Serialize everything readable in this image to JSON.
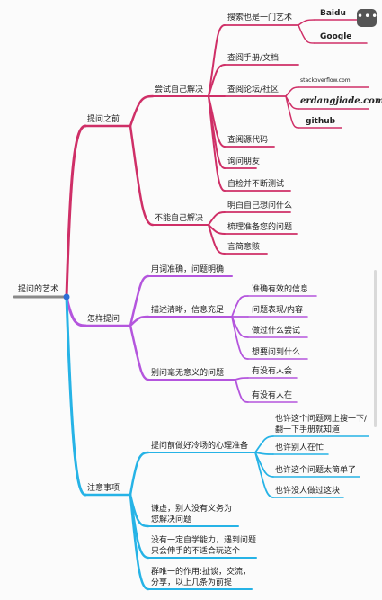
{
  "root": "提问的艺术",
  "branches": {
    "ask_before": {
      "label": "提问之前",
      "try_self": {
        "label": "尝试自己解决",
        "search_art": "搜索也是一门艺术",
        "baidu": "Baidu",
        "google": "Google",
        "manual": "查阅手册/文档",
        "forum": "查阅论坛/社区",
        "stackoverflow": "stackoverflow.com",
        "erdangjiade": "erdangjiade.com",
        "github": "github",
        "source": "查阅源代码",
        "friends": "询问朋友",
        "selfcheck": "自检并不断测试"
      },
      "cannot_self": {
        "label": "不能自己解决",
        "understand": "明白自己想问什么",
        "prepare": "梳理准备您的问题",
        "concise": "言简意赅"
      }
    },
    "how_to_ask": {
      "label": "怎样提问",
      "precise_words": "用词准确，问题明确",
      "clear_info": {
        "label": "描述清晰，信息充足",
        "valid": "准确有效的信息",
        "symptom": "问题表现/内容",
        "tried": "做过什么尝试",
        "want": "想要问到什么"
      },
      "no_meaningless": {
        "label": "别问毫无意义的问题",
        "anyone_know": "有没有人会",
        "anyone_here": "有没有人在"
      }
    },
    "notes": {
      "label": "注意事项",
      "cold_prep": {
        "label": "提问前做好冷场的心理准备",
        "search_baidu": "也许这个问题网上搜一下/翻一下手册就知道",
        "busy": "也许别人在忙",
        "too_simple": "也许这个问题太简单了",
        "nobody_did": "也许没人做过这块"
      },
      "humble": "谦虚，别人没有义务为您解决问题",
      "self_learn": "没有一定自学能力，遇到问题只会伸手的不适合玩这个",
      "group_chat": "群唯一的作用:扯谈，交流，分享，以上几条为前提"
    }
  },
  "ui": {
    "more_icon": "•••",
    "colors": {
      "pink": "#cf2f67",
      "purple": "#b455dd",
      "blue": "#26b3e6",
      "root_dot": "#2d6fd6"
    }
  }
}
